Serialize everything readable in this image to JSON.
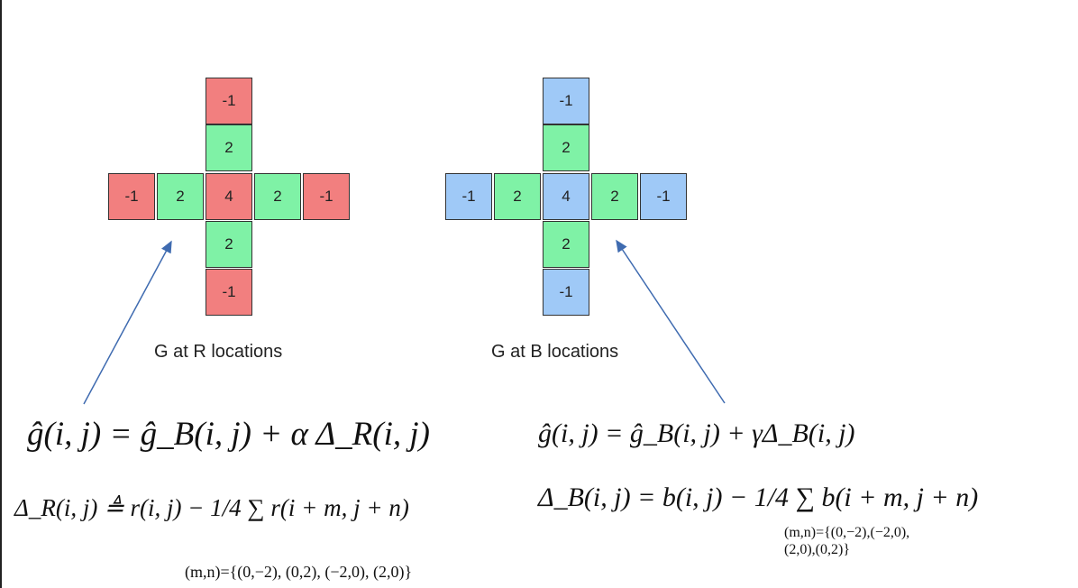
{
  "kernels": [
    {
      "id": "r",
      "caption": "G at R locations",
      "top2": "-1",
      "top1": "2",
      "left2": "-1",
      "left1": "2",
      "center": "4",
      "right1": "2",
      "right2": "-1",
      "bottom1": "2",
      "bottom2": "-1",
      "outer_color": "#f27f7f",
      "inner_color": "#7ff2a6"
    },
    {
      "id": "b",
      "caption": "G at B locations",
      "top2": "-1",
      "top1": "2",
      "left2": "-1",
      "left1": "2",
      "center": "4",
      "right1": "2",
      "right2": "-1",
      "bottom1": "2",
      "bottom2": "-1",
      "outer_color": "#9fc9f7",
      "inner_color": "#7ff2a6"
    }
  ],
  "equations": {
    "left_main": "ĝ(i, j) = ĝ_B(i, j) + α Δ_R(i, j)",
    "left_delta": "Δ_R(i, j) ≜ r(i, j) − 1/4 ∑ r(i + m, j + n)",
    "left_sum_range": "(m,n)={(0,−2), (0,2), (−2,0), (2,0)}",
    "right_main": "ĝ(i, j) = ĝ_B(i, j) + γΔ_B(i, j)",
    "right_delta": "Δ_B(i, j) = b(i, j) − 1/4 ∑ b(i + m, j + n)",
    "right_sum_range_line1": "(m,n)={(0,−2),(−2,0),",
    "right_sum_range_line2": "(2,0),(0,2)}"
  }
}
